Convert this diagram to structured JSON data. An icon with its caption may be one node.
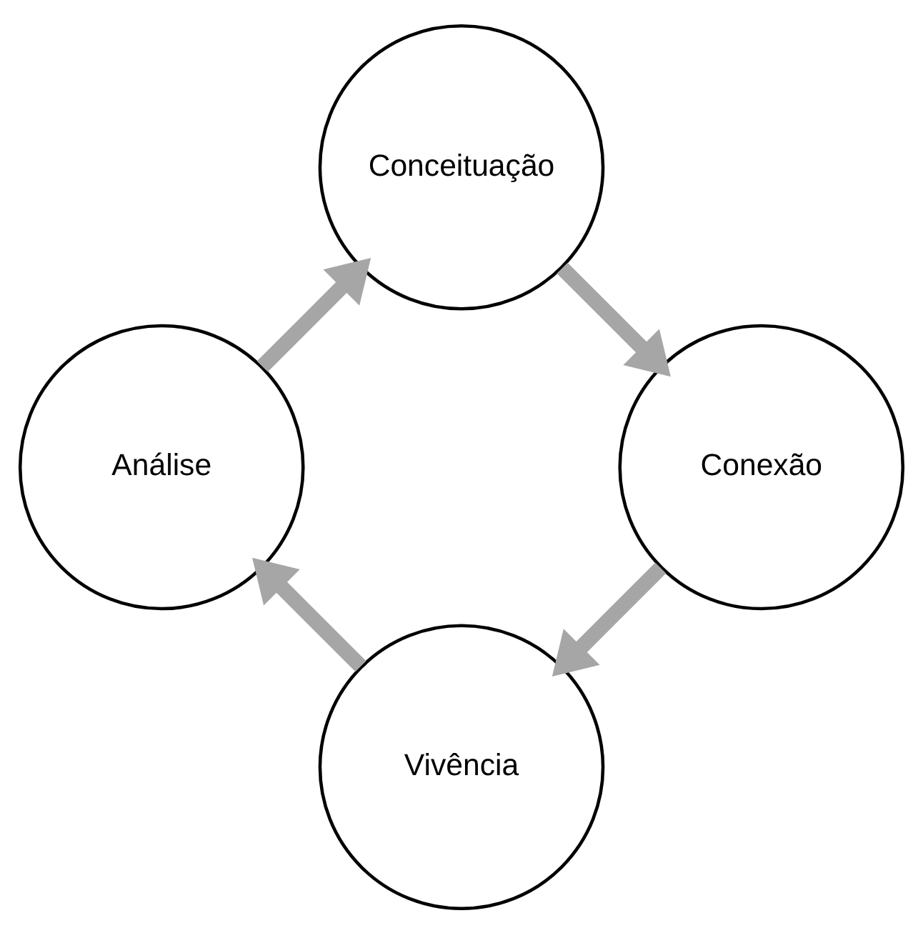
{
  "diagram": {
    "nodes": [
      {
        "text": [
          "Vivência"
        ]
      },
      {
        "text": [
          "Análise"
        ]
      },
      {
        "text": [
          "Conceituação"
        ]
      },
      {
        "text": [
          "Conexão"
        ]
      }
    ],
    "edges": [
      {
        "from": 0,
        "to": 1,
        "arrow": "to"
      },
      {
        "from": 1,
        "to": 2,
        "arrow": "to"
      },
      {
        "from": 2,
        "to": 3,
        "arrow": "to"
      },
      {
        "from": 3,
        "to": 0,
        "arrow": "to"
      }
    ]
  }
}
